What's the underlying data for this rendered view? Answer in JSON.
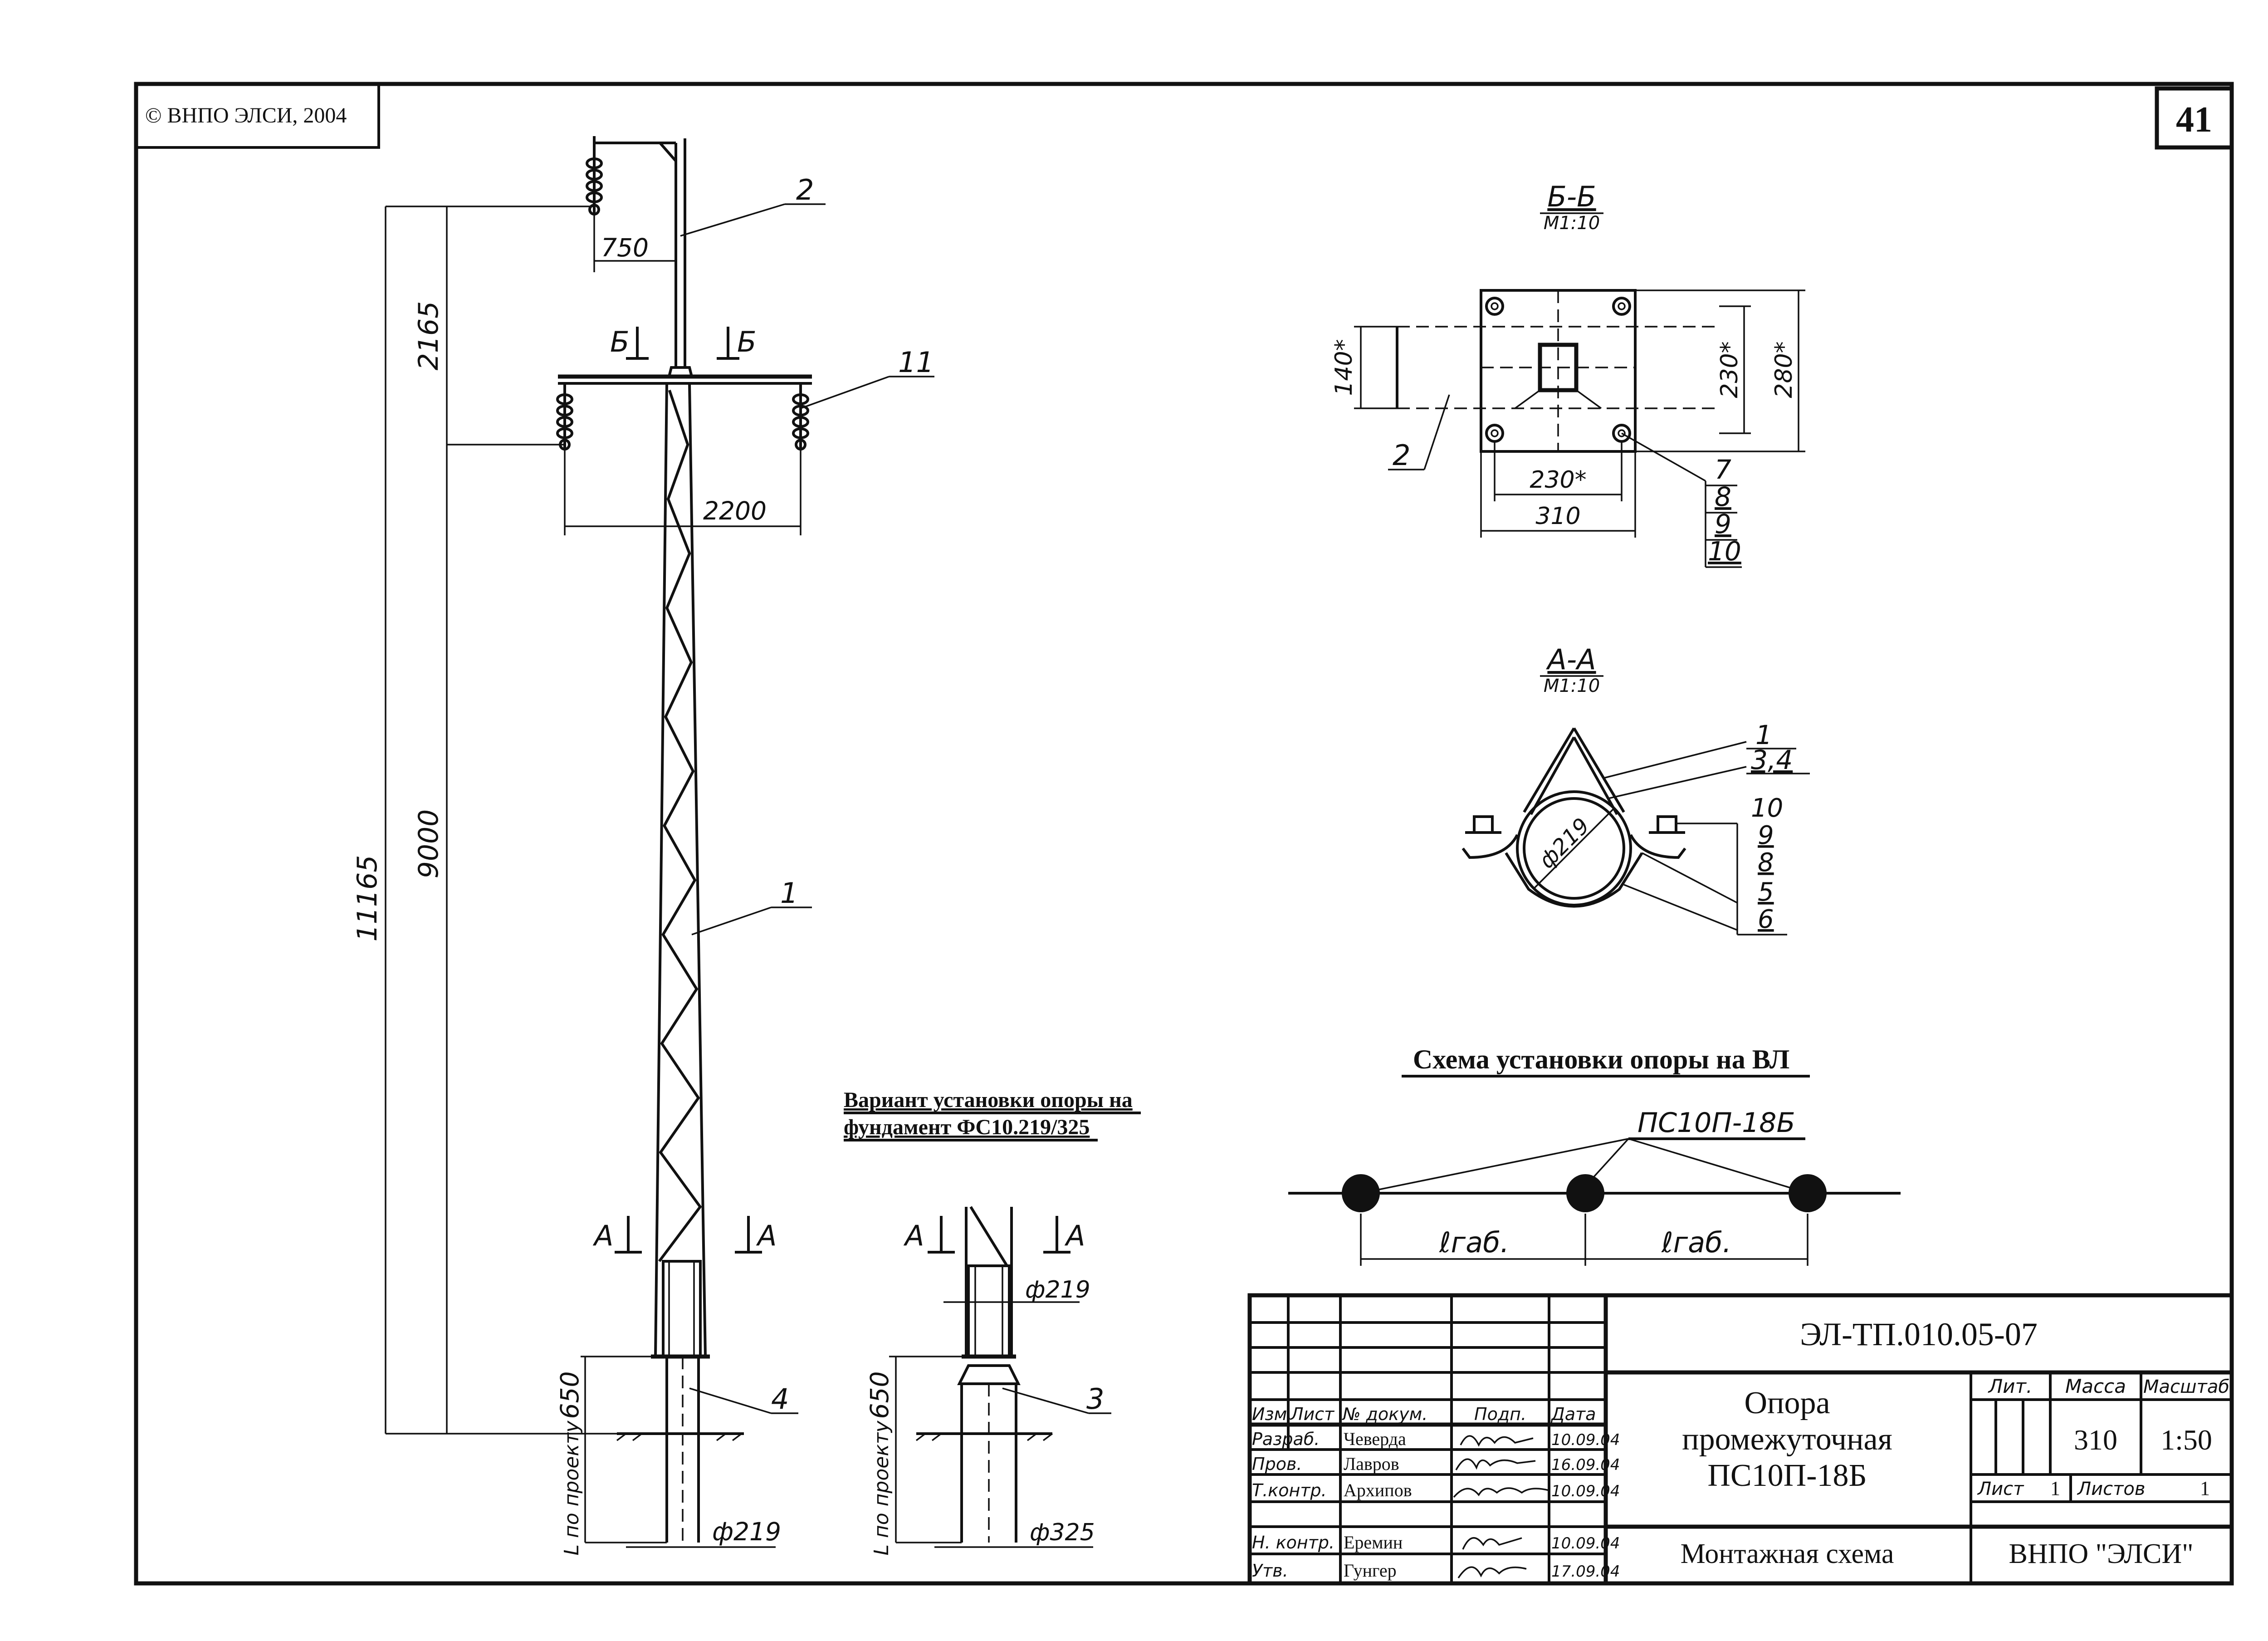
{
  "sheet": {
    "copyright": "© ВНПО ЭЛСИ, 2004",
    "page_number": "41"
  },
  "main_view": {
    "dim_top_arm": "750",
    "dim_upper": "2165",
    "dim_crossarm": "2200",
    "dim_mid": "9000",
    "dim_total": "11165",
    "dim_foundation": "650",
    "dim_depth": "L по проекту",
    "dim_diameter": "ф219",
    "section_b_left": "Б",
    "section_b_right": "Б",
    "section_a_left": "А",
    "section_a_right": "А",
    "pos_2": "2",
    "pos_11": "11",
    "pos_1": "1",
    "pos_4": "4"
  },
  "variant_view": {
    "title_line1": "Вариант установки опоры на",
    "title_line2": "фундамент ФС10.219/325",
    "section_a_left": "А",
    "section_a_right": "А",
    "dim_diameter_top": "ф219",
    "dim_foundation": "650",
    "dim_depth": "L по проекту",
    "dim_diameter_bottom": "ф325",
    "pos_3": "3"
  },
  "section_bb": {
    "title": "Б-Б",
    "scale": "М1:10",
    "dim_140": "140*",
    "dim_230v": "230*",
    "dim_280": "280*",
    "dim_230h": "230*",
    "dim_310": "310",
    "pos_2": "2",
    "callouts": [
      "7",
      "8",
      "9",
      "10"
    ]
  },
  "section_aa": {
    "title": "А-А",
    "scale": "М1:10",
    "dim_diameter": "ф219",
    "callouts_top": [
      "1",
      "3,4"
    ],
    "callouts_right": [
      "10",
      "9",
      "8",
      "5",
      "6"
    ]
  },
  "schema": {
    "title": "Схема установки опоры на ВЛ",
    "support_label": "ПС10П-18Б",
    "span_left": "ℓгаб.",
    "span_right": "ℓгаб."
  },
  "title_block": {
    "doc_code": "ЭЛ-ТП.010.05-07",
    "name_line1": "Опора",
    "name_line2": "промежуточная",
    "name_line3": "ПС10П-18Б",
    "doc_type": "Монтажная схема",
    "org": "ВНПО \"ЭЛСИ\"",
    "col_headers": [
      "Изм.",
      "Лист",
      "№ докум.",
      "Подп.",
      "Дата"
    ],
    "lit_label": "Лит.",
    "mass_label": "Масса",
    "scale_label": "Масштаб",
    "mass_value": "310",
    "scale_value": "1:50",
    "sheet_label": "Лист",
    "sheet_value": "1",
    "sheets_label": "Листов",
    "sheets_value": "1",
    "people": [
      {
        "role": "Разраб.",
        "name": "Чеверда",
        "date": "10.09.04"
      },
      {
        "role": "Пров.",
        "name": "Лавров",
        "date": "16.09.04"
      },
      {
        "role": "Т.контр.",
        "name": "Архипов",
        "date": "10.09.04"
      },
      {
        "role": "Н. контр.",
        "name": "Еремин",
        "date": "10.09.04"
      },
      {
        "role": "Утв.",
        "name": "Гунгер",
        "date": "17.09.04"
      }
    ]
  }
}
